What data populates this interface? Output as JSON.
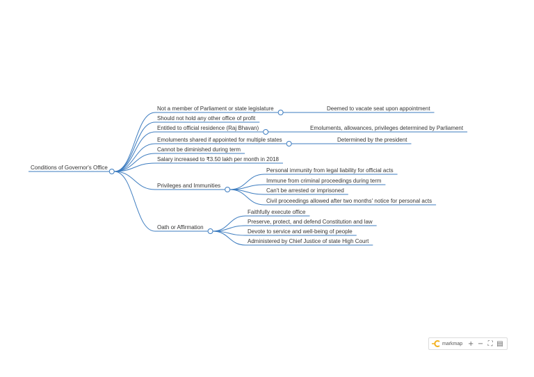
{
  "mindmap": {
    "root": "Conditions of Governor's Office",
    "branches": [
      {
        "label": "Not a member of Parliament or state legislature",
        "children": [
          "Deemed to vacate seat upon appointment"
        ]
      },
      {
        "label": "Should not hold any other office of profit",
        "children": []
      },
      {
        "label": "Entitled to official residence (Raj Bhavan)",
        "children": [
          "Emoluments, allowances, privileges determined by Parliament"
        ]
      },
      {
        "label": "Emoluments shared if appointed for multiple states",
        "children": [
          "Determined by the president"
        ]
      },
      {
        "label": "Cannot be diminished during term",
        "children": []
      },
      {
        "label": "Salary increased to ₹3.50 lakh per month in 2018",
        "children": []
      },
      {
        "label": "Privileges and Immunities",
        "children": [
          "Personal immunity from legal liability for official acts",
          "Immune from criminal proceedings during term",
          "Can't be arrested or imprisoned",
          "Civil proceedings allowed after two months' notice for personal acts"
        ]
      },
      {
        "label": "Oath or Affirmation",
        "children": [
          "Faithfully execute office",
          "Preserve, protect, and defend Constitution and law",
          "Devote to service and well-being of people",
          "Administered by Chief Justice of state High Court"
        ]
      }
    ]
  },
  "toolbar": {
    "brand": "markmap",
    "zoom_in": "+",
    "zoom_out": "−",
    "fit": "⛶",
    "toggle": "▤"
  },
  "colors": {
    "link": "#3b7bbf",
    "text": "#333333",
    "brand_icon": "#f2b01e"
  }
}
